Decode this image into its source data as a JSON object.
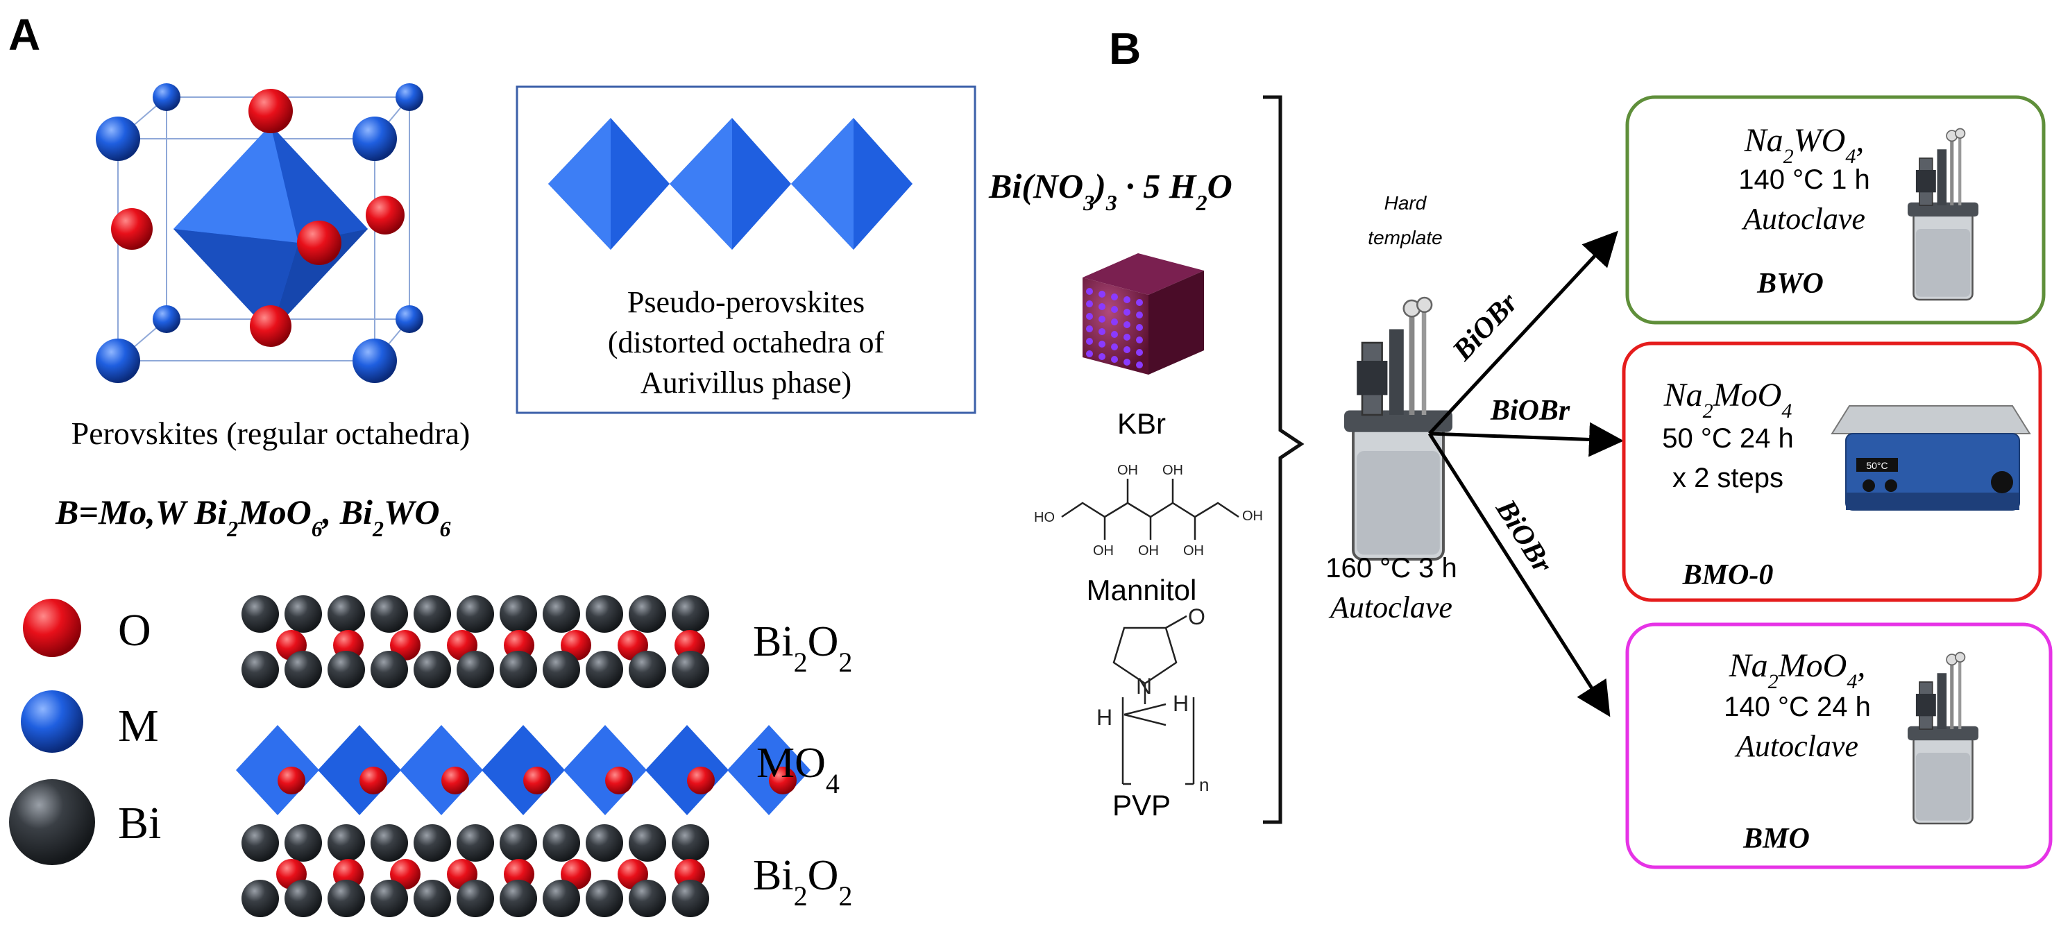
{
  "panel_a": {
    "label": "A",
    "perovskite_caption": "Perovskites (regular octahedra)",
    "formula_prefix": "B=Mo,W Bi",
    "formula_rest": "MoO",
    "formula_sep": ", Bi",
    "formula_wo": "WO",
    "sub_2": "2",
    "sub_6": "6",
    "pseudo_caption_1": "Pseudo-perovskites",
    "pseudo_caption_2": "(distorted octahedra of",
    "pseudo_caption_3": "Aurivillus phase)",
    "legend": {
      "o": "O",
      "m": "M",
      "bi": "Bi"
    },
    "layers": {
      "bi2o2_top": "Bi",
      "bi2o2_o": "O",
      "mo4_m": "MO",
      "mo4_sub": "4",
      "bi2o2_bottom": "Bi",
      "bi2o2_o2": "O",
      "sub_2": "2"
    }
  },
  "panel_b": {
    "label": "B",
    "precursor_main": "Bi(NO",
    "precursor_sub": "3",
    "precursor_rest": ")",
    "precursor_sub2": "3",
    "precursor_tail": " · 5 H",
    "precursor_sub3": "2",
    "precursor_end": "O",
    "kbr": "KBr",
    "mannitol": "Mannitol",
    "pvp": "PVP",
    "mannitol_oh": "OH",
    "mannitol_ho": "HO",
    "pvp_o": "O",
    "pvp_n": "N",
    "pvp_h": "H",
    "pvp_nsub": "n",
    "hard_template_1": "Hard",
    "hard_template_2": "template",
    "center_cond": "160 °C 3 h",
    "center_auto": "Autoclave",
    "arrow_label": "BiOBr",
    "box_bwo": {
      "reagent": "Na",
      "reagent_sub": "2",
      "reagent_mid": "WO",
      "reagent_sub2": "4",
      "reagent_end": ",",
      "cond": "140 °C 1 h",
      "method": "Autoclave",
      "name": "BWO",
      "color": "#5f8f3a"
    },
    "box_bmo0": {
      "reagent": "Na",
      "reagent_sub": "2",
      "reagent_mid": "MoO",
      "reagent_sub2": "4",
      "cond": "50 °C 24 h",
      "steps": "x 2 steps",
      "name": "BMO-0",
      "display": "50°C",
      "color": "#e51c1c"
    },
    "box_bmo": {
      "reagent": "Na",
      "reagent_sub": "2",
      "reagent_mid": "MoO",
      "reagent_sub2": "4",
      "reagent_end": ",",
      "cond": "140 °C 24 h",
      "method": "Autoclave",
      "name": "BMO",
      "color": "#e633e6"
    }
  },
  "colors": {
    "oxygen": "#e8101a",
    "metal": "#1f5fe0",
    "bismuth": "#3a3f45",
    "frame": "#3b5fa8"
  }
}
